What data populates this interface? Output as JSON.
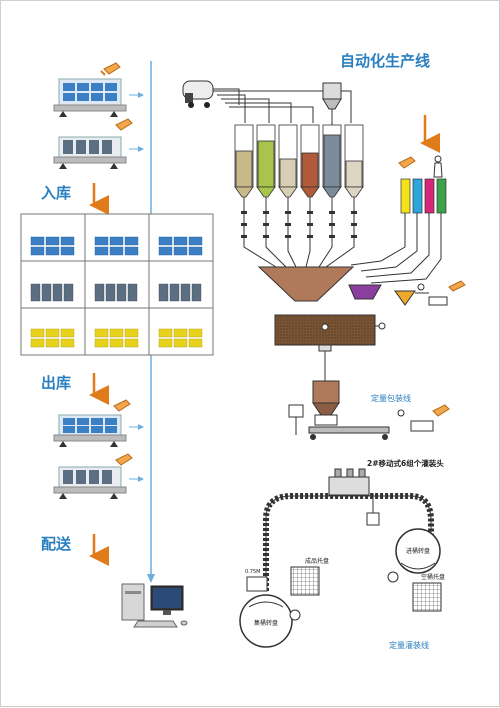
{
  "title": "自动化生产线",
  "stages": {
    "inbound": "入库",
    "outbound": "出库",
    "delivery": "配送"
  },
  "packing_line": "定量包装线",
  "filling_line": "定量灌装线",
  "filling_head": "2#移动式6组个灌装头",
  "panels": {
    "full_pallet": "成品托盘",
    "empty_pallet": "空桶托盘",
    "finished_disk": "集桶转盘",
    "input_disk": "进桶转盘"
  },
  "small_label": "0.75M",
  "colors": {
    "accent": "#2a7fc0",
    "arrow": "#e07b1a",
    "conveyor": "#bcbcbc"
  }
}
